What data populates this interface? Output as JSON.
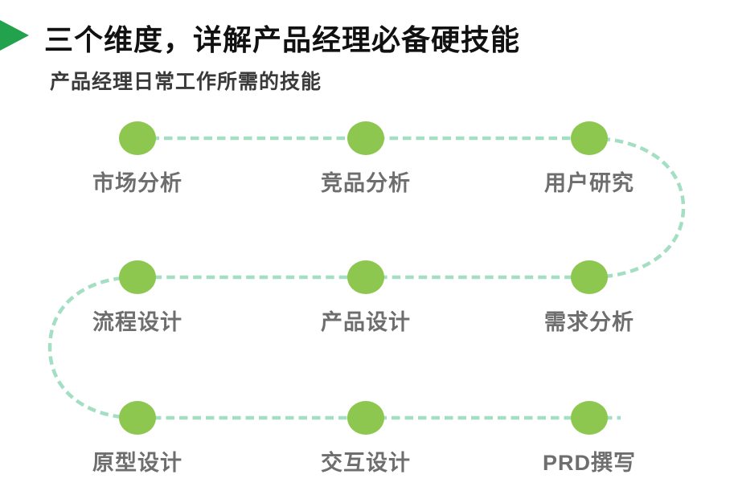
{
  "page": {
    "background_color": "#FFFFFF"
  },
  "header": {
    "title": "三个维度，详解产品经理必备硬技能",
    "subtitle": "产品经理日常工作所需的技能",
    "accent_triangle_color": "#22A24D",
    "title_color": "#111111"
  },
  "diagram": {
    "dash_color": "#A5DFC3",
    "node_fill_color": "#8DC750",
    "label_color": "#6E6E6E",
    "nodes": [
      {
        "label": "市场分析"
      },
      {
        "label": "竞品分析"
      },
      {
        "label": "用户研究"
      },
      {
        "label": "流程设计"
      },
      {
        "label": "产品设计"
      },
      {
        "label": "需求分析"
      },
      {
        "label": "原型设计"
      },
      {
        "label": "交互设计"
      },
      {
        "label": "PRD撰写"
      }
    ],
    "flow_order": [
      "市场分析",
      "竞品分析",
      "用户研究",
      "需求分析",
      "产品设计",
      "流程设计",
      "原型设计",
      "交互设计",
      "PRD撰写"
    ]
  }
}
